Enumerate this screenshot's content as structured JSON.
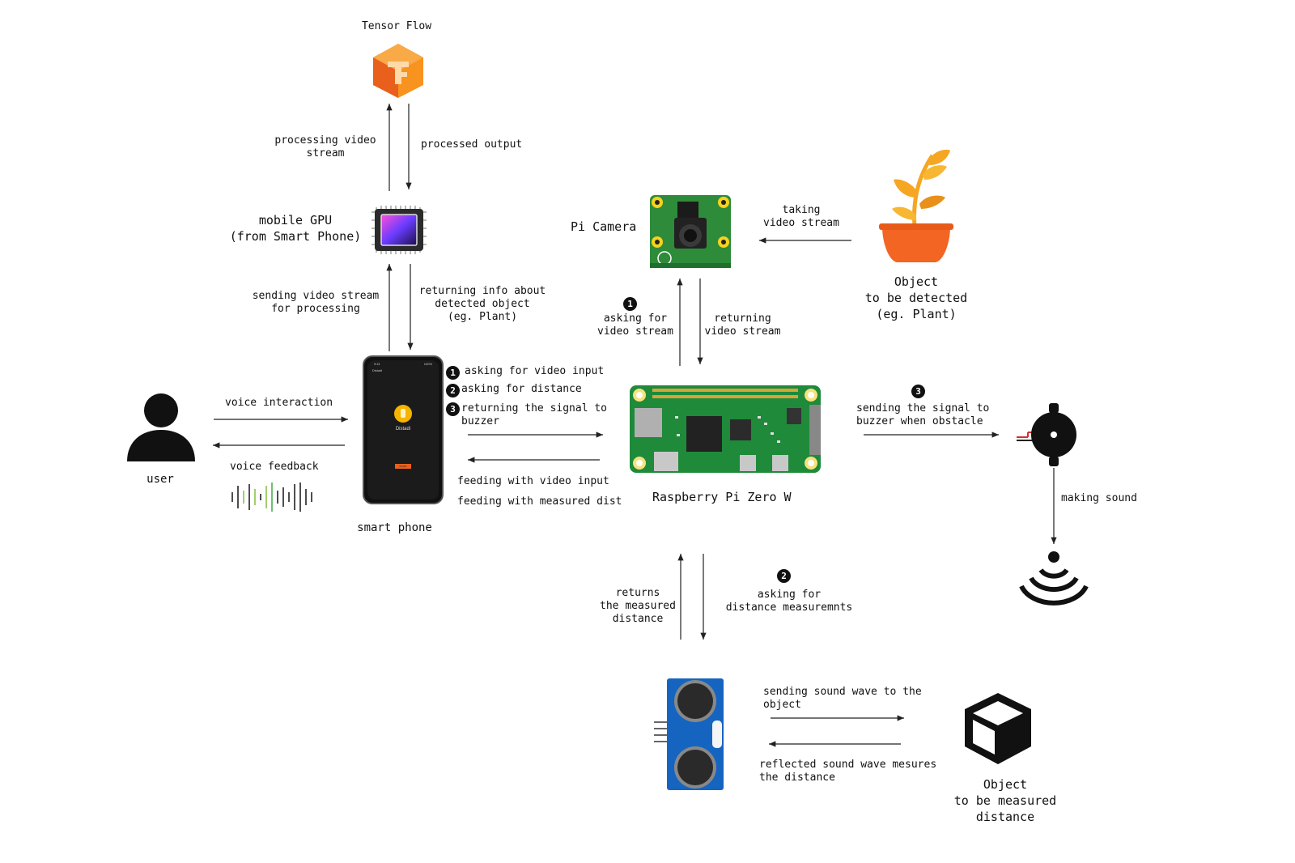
{
  "labels": {
    "tensorflow": "Tensor Flow",
    "processing_video": "processing video\nstream",
    "processed_output": "processed output",
    "mobile_gpu": "mobile GPU\n(from Smart Phone)",
    "sending_video": "sending video stream\nfor processing",
    "returning_info": "returning info about\ndetected object\n(eg. Plant)",
    "pi_camera": "Pi Camera",
    "taking_video": "taking\nvideo stream",
    "object_detected": "Object\nto be detected\n(eg. Plant)",
    "asking_video_stream": "asking for\nvideo stream",
    "returning_video_stream": "returning\nvideo stream",
    "step1": "asking for video input",
    "step2": "asking for distance",
    "step3": "returning the signal to\nbuzzer",
    "voice_interaction": "voice interaction",
    "voice_feedback": "voice feedback",
    "user": "user",
    "feeding_video": "feeding with video input",
    "feeding_dist": "feeding with measured dist",
    "smart_phone": "smart phone",
    "raspberry": "Raspberry Pi Zero W",
    "sending_signal": "sending the signal to\nbuzzer when obstacle",
    "making_sound": "making sound",
    "returns_distance": "returns\nthe measured\ndistance",
    "asking_distance": "asking for\ndistance measuremnts",
    "sending_wave": "sending sound wave to the\nobject",
    "reflected_wave": "reflected sound wave mesures\nthe distance",
    "object_measured": "Object\nto be measured\ndistance",
    "phone_app_name": "Distadi",
    "phone_status_left": "9:41",
    "phone_status_right": "100%",
    "phone_header": "Distadi",
    "phone_button": "START"
  },
  "badges": {
    "one": "1",
    "two": "2",
    "three": "3"
  },
  "colors": {
    "tensorflow_orange": "#f57c00",
    "camera_green": "#2e8b3a",
    "pcb_green": "#1f8a3a",
    "plant_pot": "#f26522",
    "plant_leaf": "#f5a623",
    "sensor_blue": "#1565c0"
  }
}
